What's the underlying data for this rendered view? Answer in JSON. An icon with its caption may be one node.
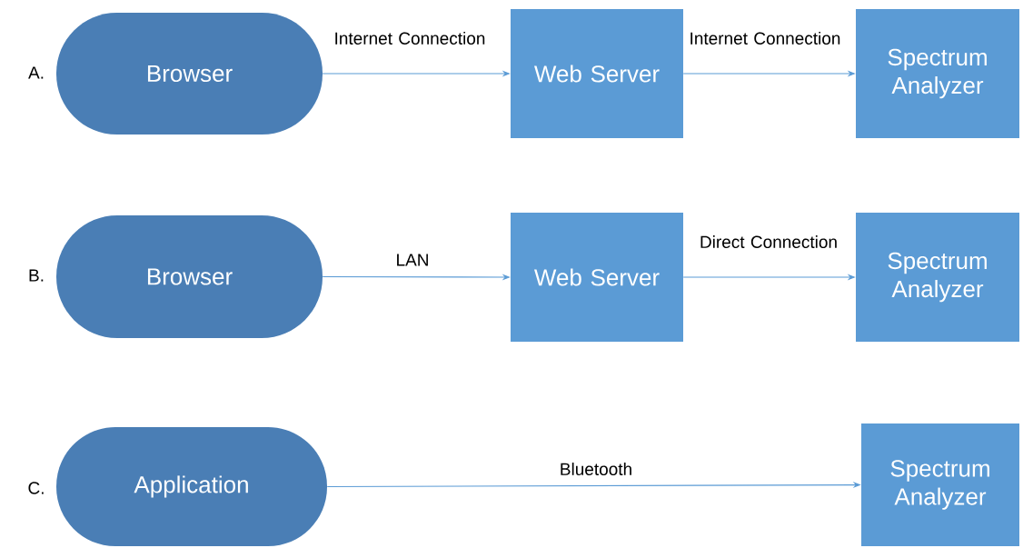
{
  "diagram": {
    "nodes": [
      {
        "text": [
          "Browser"
        ]
      },
      {
        "text": [
          "Web Server"
        ]
      },
      {
        "text": [
          "Spectrum Analyzer"
        ]
      },
      {
        "text": [
          "Browser"
        ]
      },
      {
        "text": [
          "Web Server"
        ]
      },
      {
        "text": [
          "Spectrum Analyzer"
        ]
      },
      {
        "text": [
          "Application"
        ]
      },
      {
        "text": [
          "Spectrum Analyzer"
        ]
      }
    ],
    "edges": [
      {
        "from": 0,
        "to": 1,
        "arrow": "to",
        "label": "Internet Connection"
      },
      {
        "from": 1,
        "to": 2,
        "arrow": "to",
        "label": "Internet Connection"
      },
      {
        "from": 3,
        "to": 4,
        "arrow": "to",
        "label": "LAN"
      },
      {
        "from": 4,
        "to": 5,
        "arrow": "to",
        "label": "Direct Connection"
      },
      {
        "from": 6,
        "to": 7,
        "arrow": "to",
        "label": "Bluetooth"
      }
    ],
    "labels": [
      "A.",
      "B.",
      "C."
    ]
  }
}
